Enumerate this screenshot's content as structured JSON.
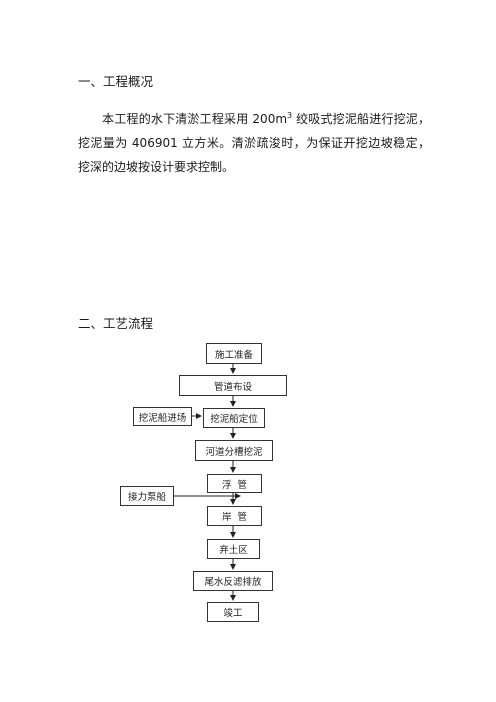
{
  "section1": {
    "heading": "一、工程概况",
    "para_pre": "本工程的水下清淤工程采用 200m",
    "para_sup": "3",
    "para_post": " 绞吸式挖泥船进行挖泥，挖泥量为 406901 立方米。清淤疏浚时，为保证开挖边坡稳定，挖深的边坡按设计要求控制。"
  },
  "section2": {
    "heading": "二、工艺流程"
  },
  "flowchart": {
    "steps": [
      "施工准备",
      "管道布设",
      "挖泥船定位",
      "河道分槽挖泥",
      "浮  管",
      "岸  管",
      "弃土区",
      "尾水反滤排放",
      "竣工"
    ],
    "side_inputs": [
      "挖泥船进场",
      "接力泵船"
    ]
  }
}
